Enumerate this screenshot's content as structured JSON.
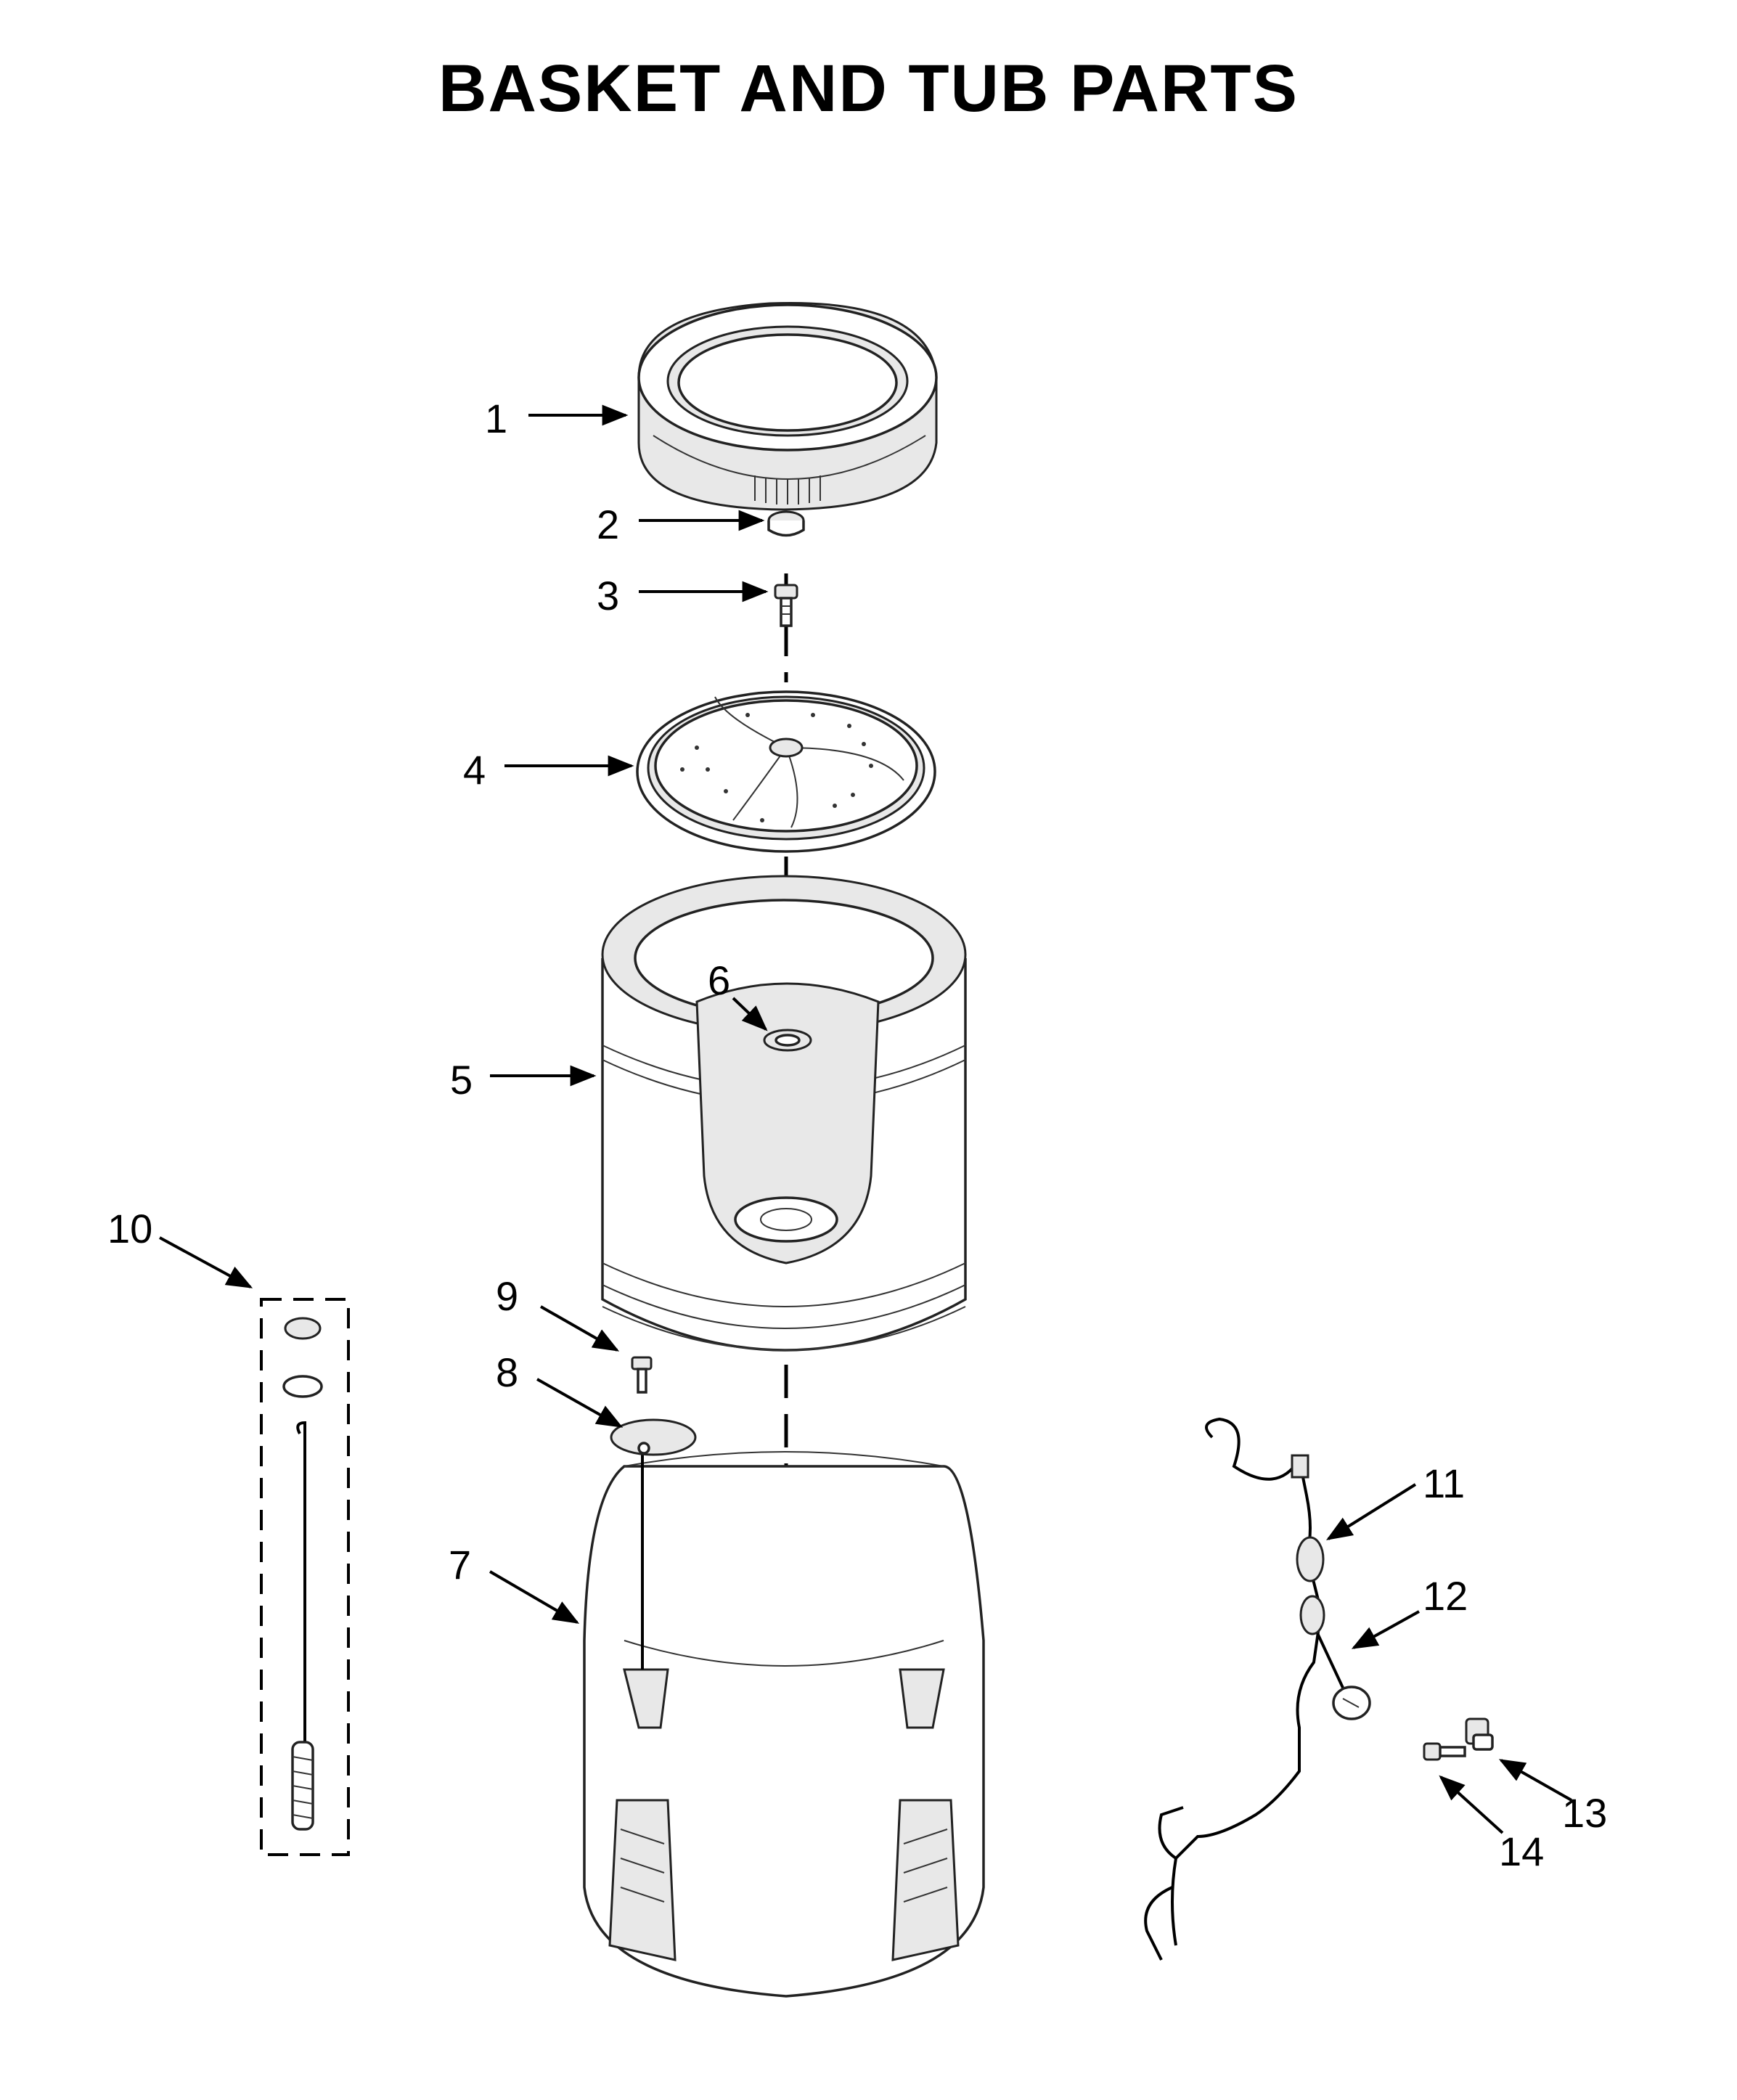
{
  "title": "BASKET AND TUB PARTS",
  "callouts": [
    {
      "id": "1",
      "part": "balance-ring"
    },
    {
      "id": "2",
      "part": "cap"
    },
    {
      "id": "3",
      "part": "bolt"
    },
    {
      "id": "4",
      "part": "impeller"
    },
    {
      "id": "5",
      "part": "basket"
    },
    {
      "id": "6",
      "part": "hub-seal"
    },
    {
      "id": "7",
      "part": "tub"
    },
    {
      "id": "8",
      "part": "bracket-plate"
    },
    {
      "id": "9",
      "part": "screw"
    },
    {
      "id": "10",
      "part": "suspension-rod-kit"
    },
    {
      "id": "11",
      "part": "wire-harness"
    },
    {
      "id": "12",
      "part": "sensor"
    },
    {
      "id": "13",
      "part": "clip"
    },
    {
      "id": "14",
      "part": "screw"
    }
  ],
  "icons": [
    "arrow-icon"
  ],
  "colors": {
    "ink": "#000000",
    "background": "#ffffff"
  }
}
